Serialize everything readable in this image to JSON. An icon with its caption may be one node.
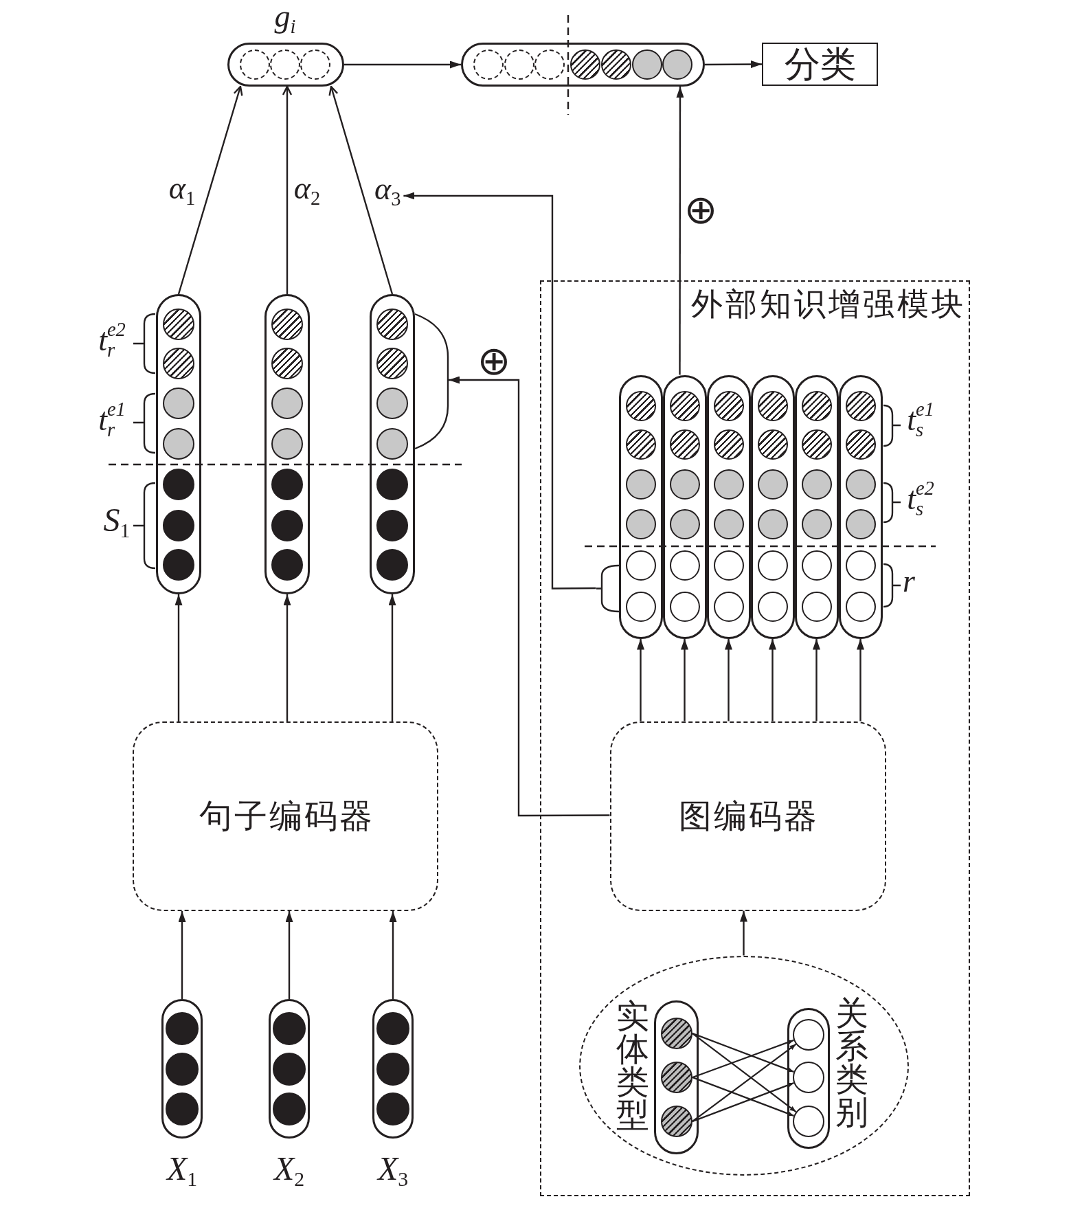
{
  "diagram": {
    "nodes": [
      {
        "text": [],
        "shape": "bar",
        "beside": [
          "g$_{i}$"
        ]
      },
      {
        "text": [],
        "shape": "bar"
      },
      {
        "text": [
          "分类"
        ]
      },
      {
        "text": [
          "*α*$_{3}$"
        ]
      },
      {
        "text": [],
        "shape": "bar",
        "beside": [
          "t$_{r}$$^{e2}$",
          "t$_{r}$$^{e1}$",
          "*S*$_{1}$"
        ]
      },
      {
        "text": [],
        "shape": "bar"
      },
      {
        "text": [],
        "shape": "bar"
      },
      {
        "text": [
          "外部知识增强模块"
        ]
      },
      {
        "text": [],
        "shape": "bar",
        "in": 7
      },
      {
        "text": [],
        "shape": "bar",
        "in": 7
      },
      {
        "text": [],
        "shape": "bar",
        "in": 7
      },
      {
        "text": [],
        "shape": "bar",
        "in": 7
      },
      {
        "text": [],
        "shape": "bar",
        "in": 7
      },
      {
        "text": [],
        "shape": "bar",
        "in": 7,
        "beside": [
          "t$_{s}$$^{e1}$",
          "t$_{s}$$^{e2}$",
          "r"
        ]
      },
      {
        "text": [
          "句子编码器"
        ]
      },
      {
        "text": [
          "图编码器"
        ],
        "in": 7
      },
      {
        "text": [],
        "shape": "ellipse",
        "in": 7
      },
      {
        "text": [],
        "shape": "bar",
        "in": 16,
        "beside": [
          "实体类型"
        ]
      },
      {
        "text": [],
        "shape": "circle",
        "in": 17
      },
      {
        "text": [],
        "shape": "circle",
        "in": 17
      },
      {
        "text": [],
        "shape": "circle",
        "in": 17
      },
      {
        "text": [],
        "shape": "bar",
        "in": 16,
        "beside": [
          "关系类别"
        ]
      },
      {
        "text": [],
        "shape": "circle",
        "in": 21
      },
      {
        "text": [],
        "shape": "circle",
        "in": 21
      },
      {
        "text": [],
        "shape": "circle",
        "in": 21
      },
      {
        "text": [],
        "shape": "bar",
        "beside": [
          "*X*$_{1}$"
        ]
      },
      {
        "text": [],
        "shape": "bar",
        "beside": [
          "*X*$_{2}$"
        ]
      },
      {
        "text": [],
        "shape": "bar",
        "beside": [
          "*X*$_{3}$"
        ]
      },
      {
        "text": [],
        "shape": "bracket"
      },
      {
        "text": [],
        "shape": "brace",
        "in": 7
      }
    ],
    "edges": [
      {
        "from": 0,
        "to": 1,
        "arrow": "to"
      },
      {
        "from": 1,
        "to": 2,
        "arrow": "to"
      },
      {
        "from": 4,
        "to": 0,
        "arrow": "to",
        "label": "*α*$_{1}$"
      },
      {
        "from": 5,
        "to": 0,
        "arrow": "to",
        "label": "*α*$_{2}$"
      },
      {
        "from": 6,
        "to": 0,
        "arrow": "to"
      },
      {
        "from": 29,
        "to": 3,
        "arrow": "to"
      },
      {
        "from": 15,
        "to": 28,
        "arrow": "to",
        "label": "⊕"
      },
      {
        "from": 9,
        "to": 1,
        "arrow": "to",
        "label": "⊕"
      },
      {
        "from": 14,
        "to": 4,
        "arrow": "to"
      },
      {
        "from": 14,
        "to": 5,
        "arrow": "to"
      },
      {
        "from": 14,
        "to": 6,
        "arrow": "to"
      },
      {
        "from": 15,
        "to": 8,
        "arrow": "to"
      },
      {
        "from": 15,
        "to": 9,
        "arrow": "to"
      },
      {
        "from": 15,
        "to": 10,
        "arrow": "to"
      },
      {
        "from": 15,
        "to": 11,
        "arrow": "to"
      },
      {
        "from": 15,
        "to": 12,
        "arrow": "to"
      },
      {
        "from": 15,
        "to": 13,
        "arrow": "to"
      },
      {
        "from": 25,
        "to": 14,
        "arrow": "to"
      },
      {
        "from": 26,
        "to": 14,
        "arrow": "to"
      },
      {
        "from": 27,
        "to": 14,
        "arrow": "to"
      },
      {
        "from": 16,
        "to": 15,
        "arrow": "to"
      },
      {
        "from": 18,
        "to": 23,
        "arrow": "to"
      },
      {
        "from": 18,
        "to": 24,
        "arrow": "to"
      },
      {
        "from": 19,
        "to": 22,
        "arrow": "to"
      },
      {
        "from": 19,
        "to": 24,
        "arrow": "to"
      },
      {
        "from": 20,
        "to": 22,
        "arrow": "to"
      },
      {
        "from": 20,
        "to": 23,
        "arrow": "to"
      }
    ]
  }
}
